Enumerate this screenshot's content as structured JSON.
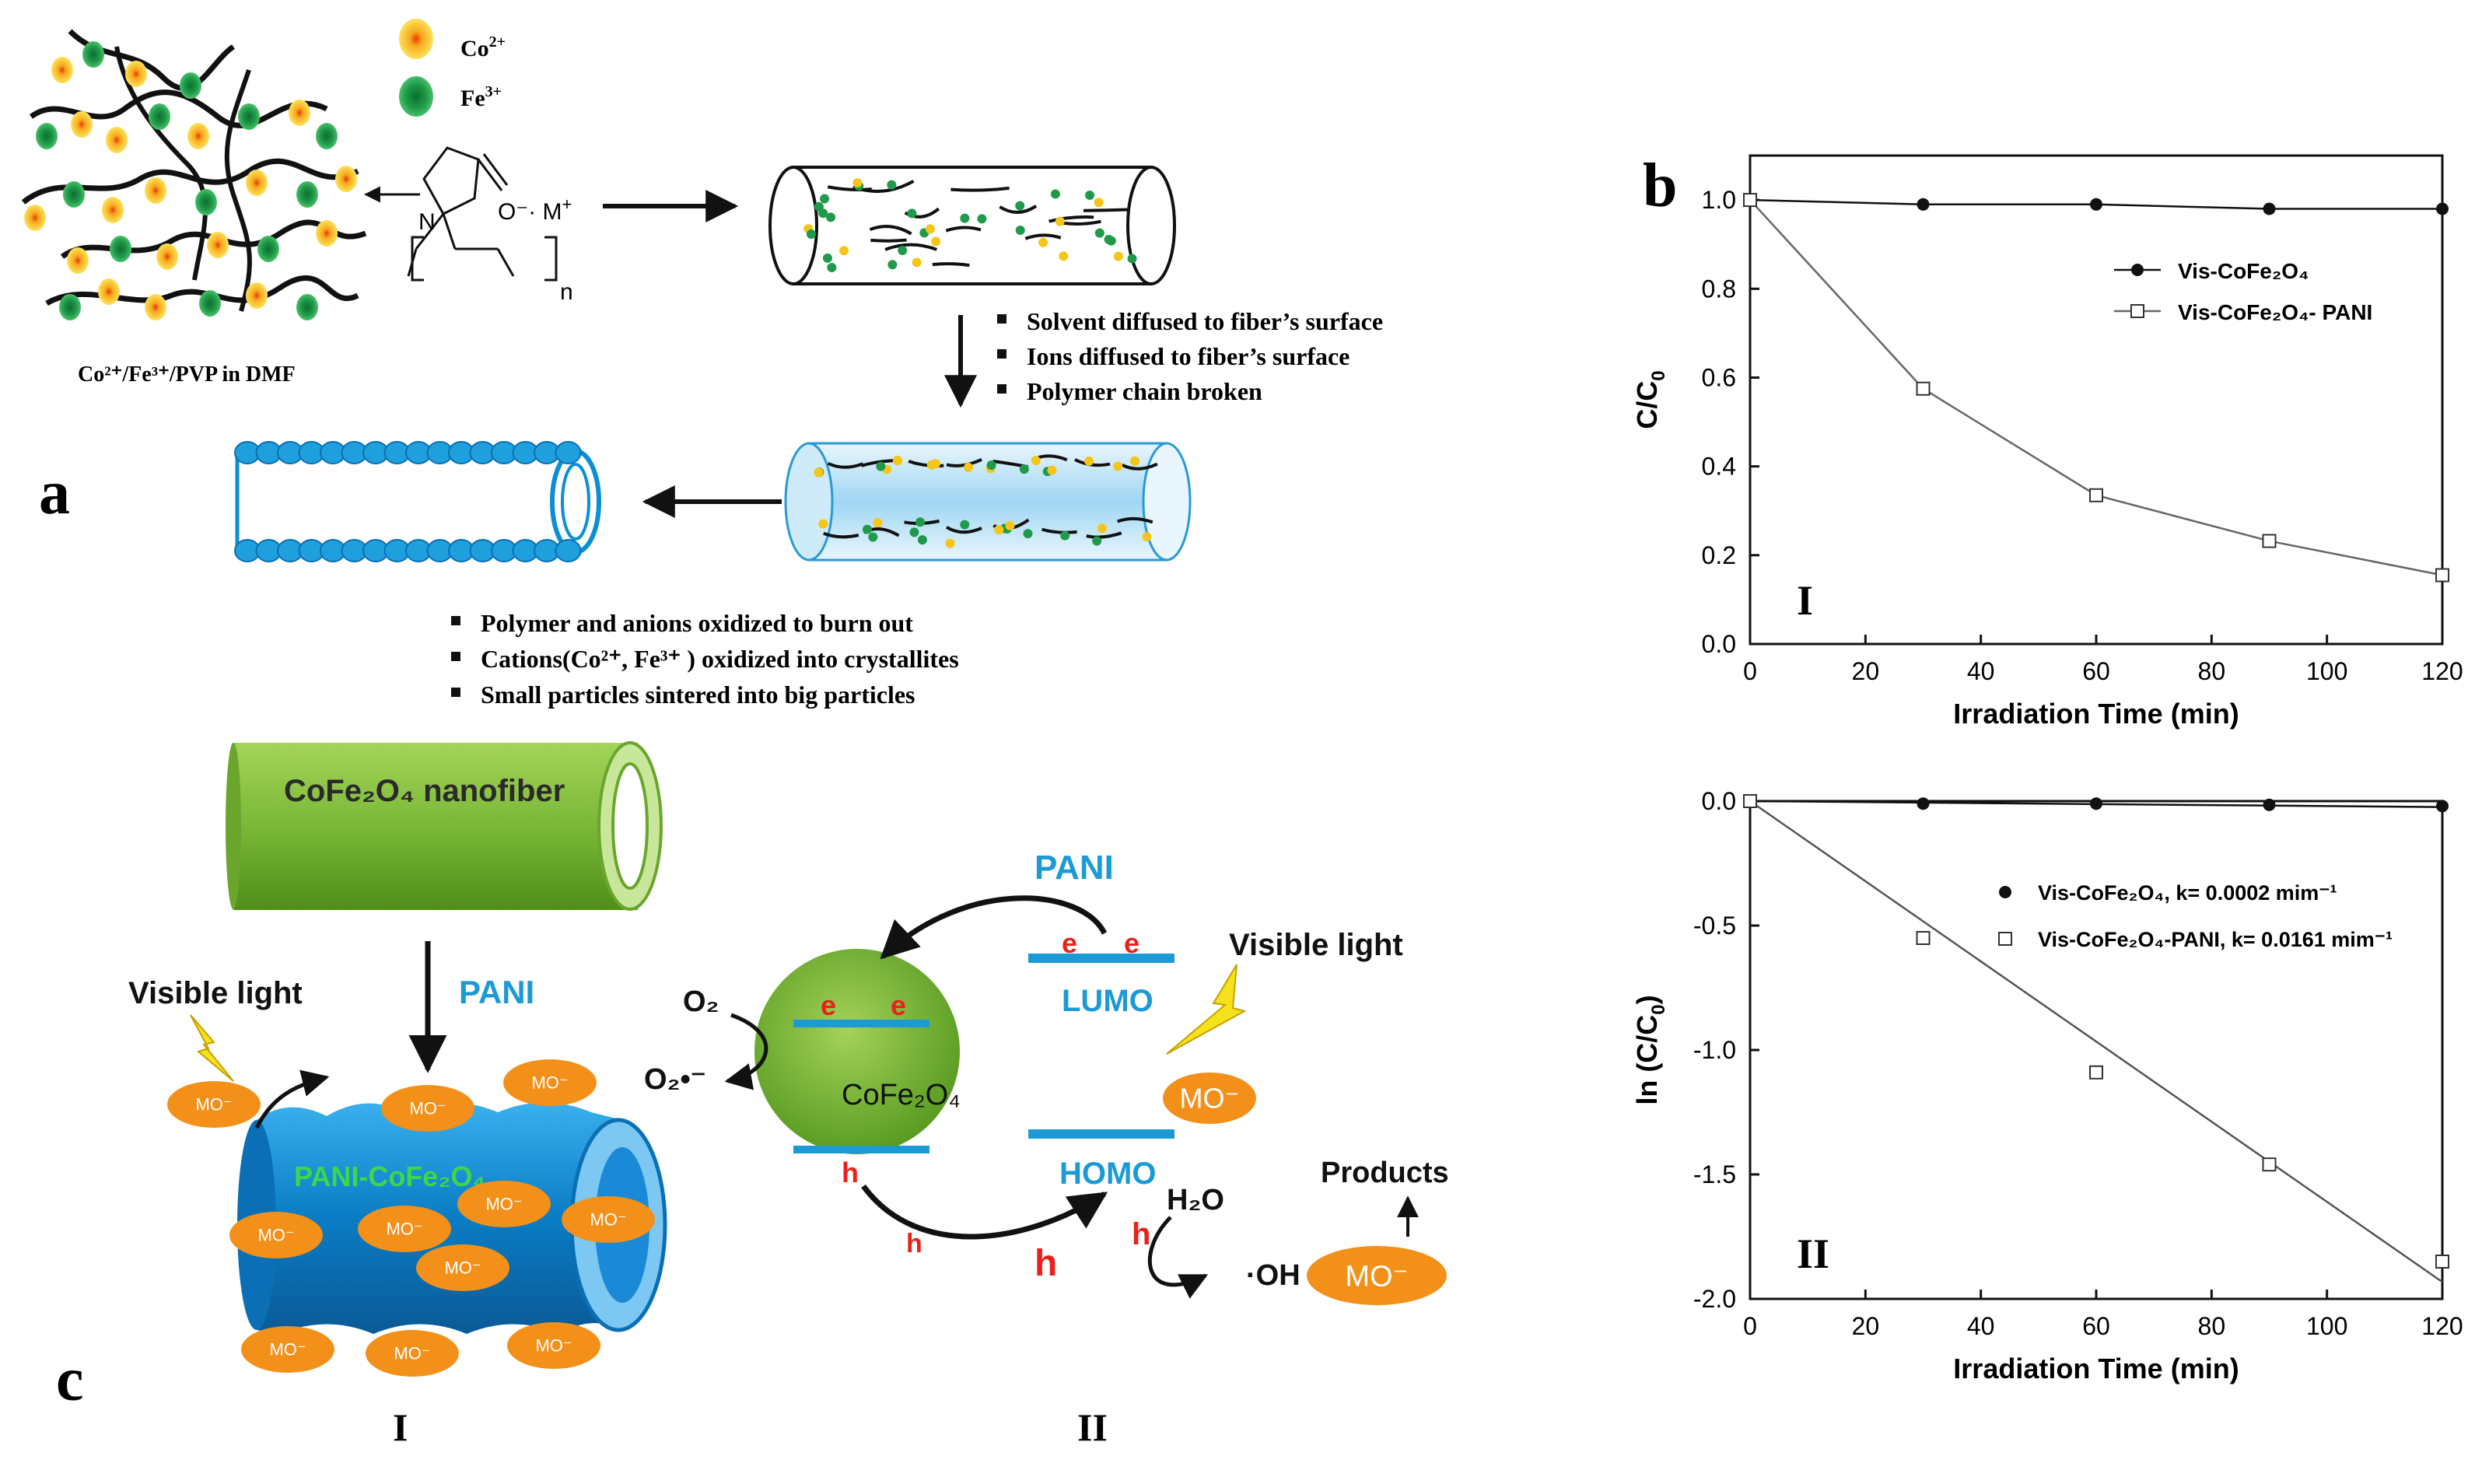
{
  "panel_labels": {
    "a": "a",
    "b": "b",
    "c": "c"
  },
  "legend_ions": {
    "co": "Co",
    "co_sup": "2+",
    "fe": "Fe",
    "fe_sup": "3+"
  },
  "pvp": {
    "o_charge": "O⁻· M",
    "m_sup": "+",
    "n_atom": "N",
    "n_sub": "n",
    "caption": "Co²⁺/Fe³⁺/PVP in DMF"
  },
  "steps_1": [
    "Solvent diffused to fiber’s surface",
    "Ions diffused to fiber’s surface",
    "Polymer chain broken"
  ],
  "steps_2": [
    "Polymer and anions oxidized to burn out",
    "Cations(Co²⁺, Fe³⁺ ) oxidized into crystallites",
    "Small particles sintered into big particles"
  ],
  "panel_c": {
    "fiber_label": "CoFe₂O₄ nanofiber",
    "pani_arrow": "PANI",
    "visible_light": "Visible light",
    "composite": "PANI-CoFe₂O₄",
    "mo": "MO⁻",
    "roman_1": "I",
    "roman_2": "II",
    "pani_title": "PANI",
    "lumo": "LUMO",
    "homo": "HOMO",
    "cofe": "CoFe₂O₄",
    "e": "e",
    "h": "h",
    "o2": "O₂",
    "o2_rad": "O₂•⁻",
    "h2o": "H₂O",
    "oh": "·OH",
    "products": "Products",
    "visible_light_2": "Visible light"
  },
  "colors": {
    "cobalt_ion": "#f5c518",
    "iron_ion": "#1f9a4a",
    "fiber_blue": "#0a8fd6",
    "nanofiber_green": "#7ab836",
    "pani_blue": "#1b9ad6",
    "mo_orange": "#f39019",
    "red_text": "#e8211b"
  },
  "chart_data": [
    {
      "type": "line",
      "panel": "I",
      "xlabel": "Irradiation Time (min)",
      "ylabel": "C/C",
      "ylabel_sub": "0",
      "xlim": [
        0,
        120
      ],
      "ylim": [
        0,
        1.1
      ],
      "xticks": [
        0,
        20,
        40,
        60,
        80,
        100,
        120
      ],
      "yticks": [
        0.0,
        0.2,
        0.4,
        0.6,
        0.8,
        1.0
      ],
      "ytick_labels": [
        "0.0",
        "0.2",
        "0.4",
        "0.6",
        "0.8",
        "1.0"
      ],
      "legend_position": "top-right",
      "series": [
        {
          "name": "Vis-CoFe₂O₄",
          "marker": "filled-circle",
          "x": [
            0,
            30,
            60,
            90,
            120
          ],
          "y": [
            1.0,
            0.99,
            0.99,
            0.98,
            0.98
          ]
        },
        {
          "name": "Vis-CoFe₂O₄- PANI",
          "marker": "open-square",
          "x": [
            0,
            30,
            60,
            90,
            120
          ],
          "y": [
            1.0,
            0.575,
            0.335,
            0.232,
            0.155
          ]
        }
      ]
    },
    {
      "type": "scatter",
      "panel": "II",
      "xlabel": "Irradiation Time (min)",
      "ylabel": "ln (C/C",
      "ylabel_sub": "0",
      "ylabel_tail": ")",
      "xlim": [
        0,
        120
      ],
      "ylim": [
        -2.0,
        0.0
      ],
      "xticks": [
        0,
        20,
        40,
        60,
        80,
        100,
        120
      ],
      "yticks": [
        0.0,
        -0.5,
        -1.0,
        -1.5,
        -2.0
      ],
      "ytick_labels": [
        "0.0",
        "-0.5",
        "-1.0",
        "-1.5",
        "-2.0"
      ],
      "legend_position": "top-right",
      "series": [
        {
          "name": "Vis-CoFe₂O₄,   k= 0.0002 mim⁻¹",
          "marker": "filled-circle",
          "x": [
            0,
            30,
            60,
            90,
            120
          ],
          "y": [
            0.0,
            -0.01,
            -0.01,
            -0.015,
            -0.02
          ]
        },
        {
          "name": "Vis-CoFe₂O₄-PANI,   k= 0.0161 mim⁻¹",
          "marker": "open-square",
          "x": [
            0,
            30,
            60,
            90,
            120
          ],
          "y": [
            0.0,
            -0.55,
            -1.09,
            -1.46,
            -1.85
          ]
        }
      ],
      "fit_lines": [
        {
          "series": "CoFe2O4",
          "slope": -0.0002,
          "intercept": 0
        },
        {
          "series": "PANI",
          "slope": -0.0161,
          "intercept": 0
        }
      ]
    }
  ]
}
